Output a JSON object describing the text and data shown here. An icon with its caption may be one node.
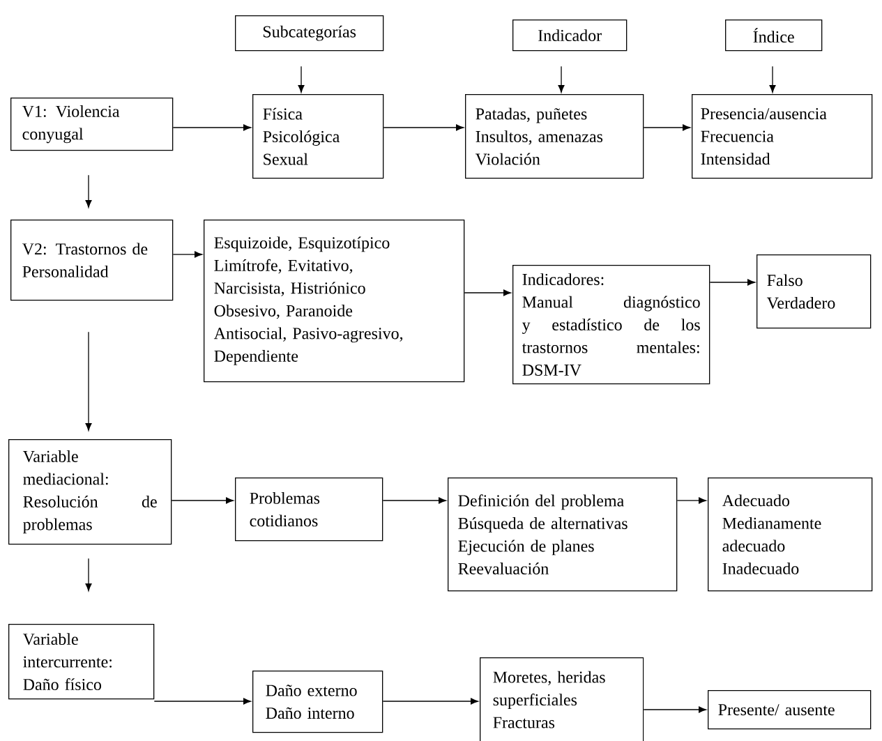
{
  "diagram": {
    "nodes": [
      {
        "text": [
          "Subcategorías"
        ]
      },
      {
        "text": [
          "Indicador"
        ]
      },
      {
        "text": [
          "Índice"
        ]
      },
      {
        "text": [
          "V1:  Violencia conyugal"
        ]
      },
      {
        "text": [
          "Física",
          "Psicológica",
          "Sexual"
        ]
      },
      {
        "text": [
          "Patadas, puñetes",
          "Insultos, amenazas",
          "Violación"
        ]
      },
      {
        "text": [
          "Presencia/ausencia",
          "Frecuencia",
          "Intensidad"
        ]
      },
      {
        "text": [
          "V2: Trastornos de Personalidad"
        ]
      },
      {
        "text": [
          "Esquizoide, Esquizotípico",
          "Limítrofe, Evitativo,",
          "Narcisista, Histriónico",
          "Obsesivo, Paranoide",
          "Antisocial, Pasivo-agresivo,",
          "Dependiente"
        ]
      },
      {
        "text": [
          "Indicadores:",
          "Manual diagnóstico y estadístico de los trastornos mentales: DSM-IV"
        ]
      },
      {
        "text": [
          "Falso",
          "Verdadero"
        ]
      },
      {
        "text": [
          "Variable mediacional: Resolución de problemas"
        ]
      },
      {
        "text": [
          "Problemas cotidianos"
        ]
      },
      {
        "text": [
          "Definición del problema",
          "Búsqueda de alternativas",
          "Ejecución de planes",
          "Reevaluación"
        ]
      },
      {
        "text": [
          "Adecuado",
          "Medianamente adecuado",
          "Inadecuado"
        ]
      },
      {
        "text": [
          "Variable intercurrente: Daño físico"
        ]
      },
      {
        "text": [
          "Daño externo",
          "Daño interno"
        ]
      },
      {
        "text": [
          "Moretes, heridas superficiales",
          "Fracturas"
        ]
      },
      {
        "text": [
          "Presente/ ausente"
        ]
      }
    ],
    "edges": [
      {
        "from": 0,
        "to": 4,
        "arrow": "to"
      },
      {
        "from": 1,
        "to": 5,
        "arrow": "to"
      },
      {
        "from": 2,
        "to": 6,
        "arrow": "to"
      },
      {
        "from": 3,
        "to": 4,
        "arrow": "to"
      },
      {
        "from": 4,
        "to": 5,
        "arrow": "to"
      },
      {
        "from": 5,
        "to": 6,
        "arrow": "to"
      },
      {
        "from": 3,
        "to": 7,
        "arrow": "to"
      },
      {
        "from": 7,
        "to": 8,
        "arrow": "to"
      },
      {
        "from": 8,
        "to": 9,
        "arrow": "to"
      },
      {
        "from": 9,
        "to": 10,
        "arrow": "to"
      },
      {
        "from": 7,
        "to": 11,
        "arrow": "to"
      },
      {
        "from": 11,
        "to": 12,
        "arrow": "to"
      },
      {
        "from": 12,
        "to": 13,
        "arrow": "to"
      },
      {
        "from": 13,
        "to": 14,
        "arrow": "to"
      },
      {
        "from": 11,
        "to": 15,
        "arrow": "to"
      },
      {
        "from": 15,
        "to": 16,
        "arrow": "to"
      },
      {
        "from": 16,
        "to": 17,
        "arrow": "to"
      },
      {
        "from": 17,
        "to": 18,
        "arrow": "to"
      }
    ]
  }
}
